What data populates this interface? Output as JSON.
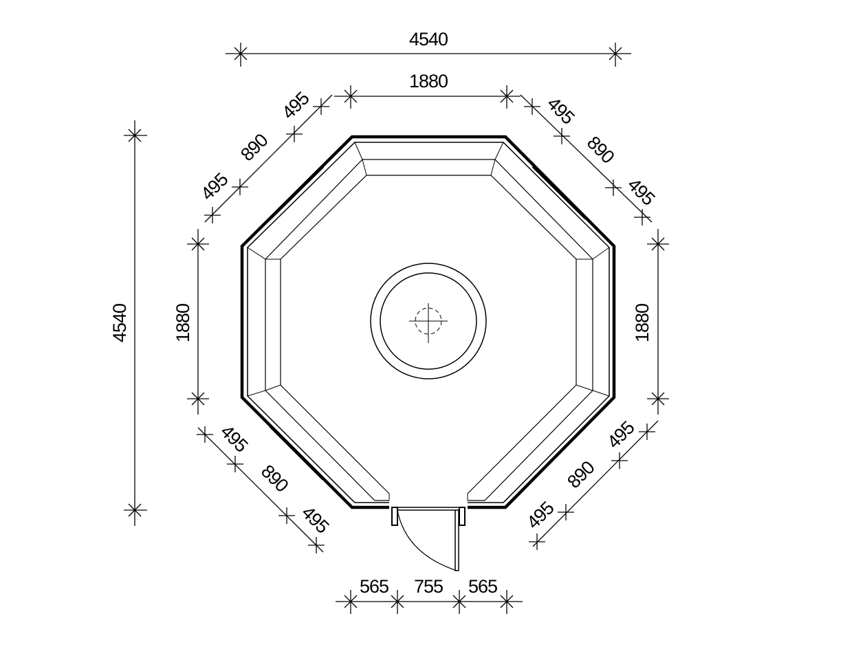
{
  "drawing": {
    "kind": "octagonal-floor-plan",
    "line_color": "#000000",
    "background": "#ffffff"
  },
  "dimensions": {
    "overall_width": "4540",
    "overall_height": "4540",
    "top_face": "1880",
    "top_left": {
      "a": "495",
      "b": "890",
      "c": "495"
    },
    "top_right": {
      "a": "495",
      "b": "890",
      "c": "495"
    },
    "left_face": "1880",
    "right_face": "1880",
    "bottom_left": {
      "a": "495",
      "b": "890",
      "c": "495"
    },
    "bottom_right": {
      "a": "495",
      "b": "890",
      "c": "495"
    },
    "bottom": {
      "left": "565",
      "door": "755",
      "right": "565"
    }
  }
}
